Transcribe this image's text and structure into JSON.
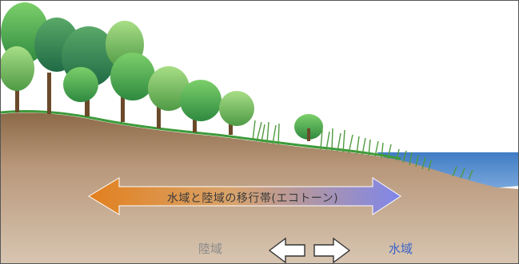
{
  "title": "",
  "labels": {
    "ecotone": "水域と陸域の移行帯(エコトーン)",
    "land": "陸域",
    "water": "水域"
  },
  "colors": {
    "soil": "#b08f6e",
    "water": "#4f86c6",
    "arrow_left": "#e58a2c",
    "arrow_right": "#7d88e6",
    "water_text": "#3a63c8",
    "land_text": "#8a8a8a"
  },
  "icons": [
    "left-arrow-icon",
    "right-arrow-icon"
  ]
}
